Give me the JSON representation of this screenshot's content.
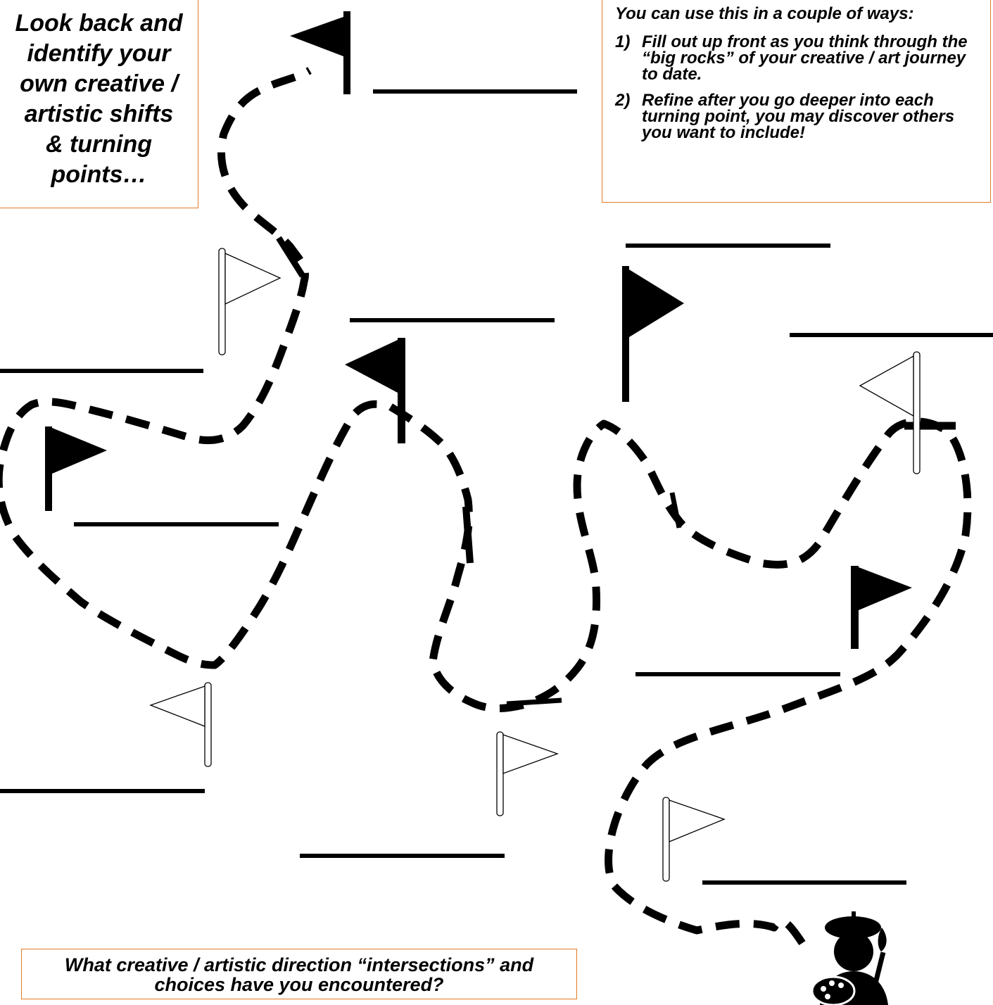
{
  "left_prompt": {
    "lines": [
      "Look back and",
      "identify your",
      "own creative /",
      "artistic shifts",
      "& turning",
      "points…"
    ]
  },
  "instructions": {
    "intro": "You can use this in a couple of ways:",
    "items": [
      {
        "num": "1)",
        "text": "Fill out up front as you think through the “big rocks” of your creative / art journey to date."
      },
      {
        "num": "2)",
        "text": " Refine after you go deeper into each turning point, you may discover others you want to include!"
      }
    ]
  },
  "bottom_prompt": {
    "line1": "What creative / artistic direction “intersections” and",
    "line2": "choices have you encountered?"
  },
  "colors": {
    "box_border": "#e07b26",
    "path": "#000000",
    "flag_filled": "#000000",
    "flag_outline": "#000000"
  },
  "icons": {
    "flag_filled": "flag-filled-icon",
    "flag_outline": "flag-outline-icon",
    "artist": "artist-with-palette-icon"
  }
}
